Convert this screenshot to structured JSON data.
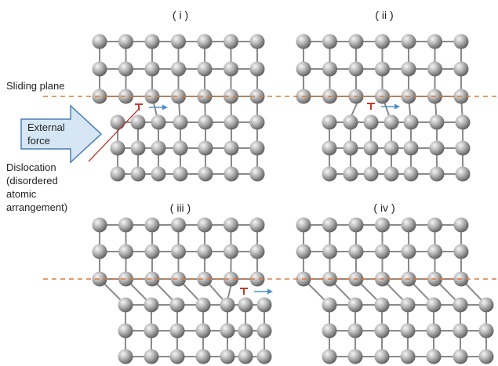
{
  "panels": [
    {
      "id": "i",
      "title": "( i )"
    },
    {
      "id": "ii",
      "title": "( ii )"
    },
    {
      "id": "iii",
      "title": "( iii )"
    },
    {
      "id": "iv",
      "title": "( iv )"
    }
  ],
  "labels": {
    "sliding_plane": "Sliding plane",
    "external_force": [
      "External",
      "force"
    ],
    "dislocation": [
      "Dislocation",
      "(disordered",
      "atomic",
      "arrangement)"
    ]
  },
  "colors": {
    "atom_light": "#f4f4f4",
    "atom_mid": "#a8a8a8",
    "atom_dark": "#5a5a5a",
    "bond": "#8a8a8a",
    "sliding_plane": "#e07a3a",
    "dislocation_symbol": "#c0392b",
    "motion_arrow": "#4a90c8",
    "force_arrow_fill": "#d6e6f4",
    "force_arrow_stroke": "#4a7fb5",
    "leader_line": "#c0392b"
  },
  "icons": {
    "atom": "sphere",
    "dislocation": "edge-dislocation-symbol",
    "motion": "right-arrow"
  }
}
